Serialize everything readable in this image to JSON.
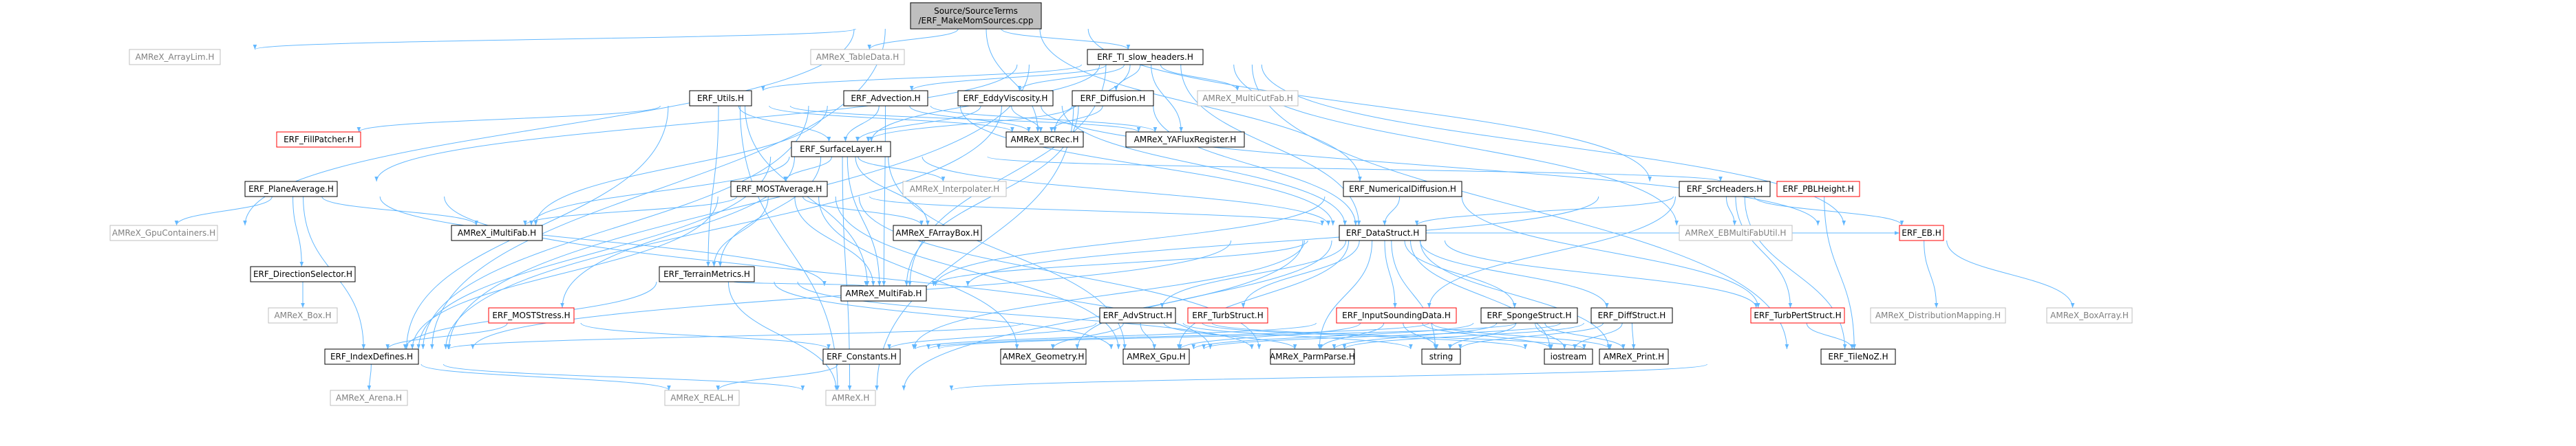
{
  "graph": {
    "title": "Include dependency graph",
    "colors": {
      "edge": "#63b8ff",
      "root_fill": "#bfbfbf",
      "node_fill": "#ffffff",
      "node_border": "#000000",
      "muted_border": "#bfbfbf",
      "muted_text": "#808080",
      "red_border": "#ff0000",
      "text": "#000000"
    },
    "nodes": [
      {
        "id": "root",
        "label": "Source/SourceTerms\n/ERF_MakeMomSources.cpp",
        "style": "root"
      },
      {
        "id": "arraylim",
        "label": "AMReX_ArrayLim.H",
        "style": "muted"
      },
      {
        "id": "tabledata",
        "label": "AMReX_TableData.H",
        "style": "muted"
      },
      {
        "id": "tislow",
        "label": "ERF_TI_slow_headers.H",
        "style": "normal"
      },
      {
        "id": "utils",
        "label": "ERF_Utils.H",
        "style": "normal"
      },
      {
        "id": "advection",
        "label": "ERF_Advection.H",
        "style": "normal"
      },
      {
        "id": "eddyvisc",
        "label": "ERF_EddyViscosity.H",
        "style": "normal"
      },
      {
        "id": "diffusion",
        "label": "ERF_Diffusion.H",
        "style": "normal"
      },
      {
        "id": "multicutfab",
        "label": "AMReX_MultiCutFab.H",
        "style": "muted"
      },
      {
        "id": "fillpatcher",
        "label": "ERF_FillPatcher.H",
        "style": "red"
      },
      {
        "id": "bcrec",
        "label": "AMReX_BCRec.H",
        "style": "normal"
      },
      {
        "id": "yaflux",
        "label": "AMReX_YAFluxRegister.H",
        "style": "normal"
      },
      {
        "id": "surfacelayer",
        "label": "ERF_SurfaceLayer.H",
        "style": "normal"
      },
      {
        "id": "planeavg",
        "label": "ERF_PlaneAverage.H",
        "style": "normal"
      },
      {
        "id": "mostavg",
        "label": "ERF_MOSTAverage.H",
        "style": "normal"
      },
      {
        "id": "interpolater",
        "label": "AMReX_Interpolater.H",
        "style": "muted"
      },
      {
        "id": "pblheight",
        "label": "ERF_PBLHeight.H",
        "style": "red"
      },
      {
        "id": "numdiff",
        "label": "ERF_NumericalDiffusion.H",
        "style": "normal"
      },
      {
        "id": "srcheaders",
        "label": "ERF_SrcHeaders.H",
        "style": "normal"
      },
      {
        "id": "gpucontainers",
        "label": "AMReX_GpuContainers.H",
        "style": "muted"
      },
      {
        "id": "imultifab",
        "label": "AMReX_iMultiFab.H",
        "style": "normal"
      },
      {
        "id": "farraybox",
        "label": "AMReX_FArrayBox.H",
        "style": "normal"
      },
      {
        "id": "datastruct",
        "label": "ERF_DataStruct.H",
        "style": "normal"
      },
      {
        "id": "ebmultifab",
        "label": "AMReX_EBMultiFabUtil.H",
        "style": "muted"
      },
      {
        "id": "eb",
        "label": "ERF_EB.H",
        "style": "red"
      },
      {
        "id": "dirselector",
        "label": "ERF_DirectionSelector.H",
        "style": "normal"
      },
      {
        "id": "terrainmetrics",
        "label": "ERF_TerrainMetrics.H",
        "style": "normal"
      },
      {
        "id": "multifab",
        "label": "AMReX_MultiFab.H",
        "style": "normal"
      },
      {
        "id": "advstruct",
        "label": "ERF_AdvStruct.H",
        "style": "normal"
      },
      {
        "id": "turbstruct",
        "label": "ERF_TurbStruct.H",
        "style": "red"
      },
      {
        "id": "inputsounding",
        "label": "ERF_InputSoundingData.H",
        "style": "red"
      },
      {
        "id": "spongestruct",
        "label": "ERF_SpongeStruct.H",
        "style": "normal"
      },
      {
        "id": "diffstruct",
        "label": "ERF_DiffStruct.H",
        "style": "normal"
      },
      {
        "id": "turbpert",
        "label": "ERF_TurbPertStruct.H",
        "style": "red"
      },
      {
        "id": "distmapping",
        "label": "AMReX_DistributionMapping.H",
        "style": "muted"
      },
      {
        "id": "boxarray",
        "label": "AMReX_BoxArray.H",
        "style": "muted"
      },
      {
        "id": "box",
        "label": "AMReX_Box.H",
        "style": "muted"
      },
      {
        "id": "moststress",
        "label": "ERF_MOSTStress.H",
        "style": "red"
      },
      {
        "id": "indexdefines",
        "label": "ERF_IndexDefines.H",
        "style": "normal"
      },
      {
        "id": "constants",
        "label": "ERF_Constants.H",
        "style": "normal"
      },
      {
        "id": "geometry",
        "label": "AMReX_Geometry.H",
        "style": "normal"
      },
      {
        "id": "gpu",
        "label": "AMReX_Gpu.H",
        "style": "normal"
      },
      {
        "id": "parmparse",
        "label": "AMReX_ParmParse.H",
        "style": "normal"
      },
      {
        "id": "string",
        "label": "string",
        "style": "normal"
      },
      {
        "id": "iostream",
        "label": "iostream",
        "style": "normal"
      },
      {
        "id": "print",
        "label": "AMReX_Print.H",
        "style": "normal"
      },
      {
        "id": "tilenoz",
        "label": "ERF_TileNoZ.H",
        "style": "normal"
      },
      {
        "id": "arena",
        "label": "AMReX_Arena.H",
        "style": "muted"
      },
      {
        "id": "real",
        "label": "AMReX_REAL.H",
        "style": "muted"
      },
      {
        "id": "amrex",
        "label": "AMReX.H",
        "style": "muted"
      }
    ],
    "edges": [
      [
        "root",
        "arraylim"
      ],
      [
        "root",
        "tabledata"
      ],
      [
        "root",
        "tislow"
      ],
      [
        "root",
        "gpucontainers"
      ],
      [
        "root",
        "bcrec"
      ],
      [
        "root",
        "numdiff"
      ],
      [
        "root",
        "srcheaders"
      ],
      [
        "root",
        "indexdefines"
      ],
      [
        "tislow",
        "utils"
      ],
      [
        "tislow",
        "advection"
      ],
      [
        "tislow",
        "eddyvisc"
      ],
      [
        "tislow",
        "diffusion"
      ],
      [
        "tislow",
        "multicutfab"
      ],
      [
        "tislow",
        "bcrec"
      ],
      [
        "tislow",
        "yaflux"
      ],
      [
        "tislow",
        "surfacelayer"
      ],
      [
        "tislow",
        "planeavg"
      ],
      [
        "tislow",
        "datastruct"
      ],
      [
        "tislow",
        "eb"
      ],
      [
        "tislow",
        "ebmultifab"
      ],
      [
        "tislow",
        "tilenoz"
      ],
      [
        "tislow",
        "multifab"
      ],
      [
        "tislow",
        "indexdefines"
      ],
      [
        "utils",
        "fillpatcher"
      ],
      [
        "utils",
        "bcrec"
      ],
      [
        "utils",
        "surfacelayer"
      ],
      [
        "utils",
        "multifab"
      ],
      [
        "utils",
        "terrainmetrics"
      ],
      [
        "utils",
        "indexdefines"
      ],
      [
        "utils",
        "amrex"
      ],
      [
        "utils",
        "yaflux"
      ],
      [
        "advection",
        "surfacelayer"
      ],
      [
        "advection",
        "bcrec"
      ],
      [
        "advection",
        "datastruct"
      ],
      [
        "advection",
        "multifab"
      ],
      [
        "advection",
        "imultifab"
      ],
      [
        "advection",
        "indexdefines"
      ],
      [
        "advection",
        "yaflux"
      ],
      [
        "advection",
        "eb"
      ],
      [
        "eddyvisc",
        "surfacelayer"
      ],
      [
        "eddyvisc",
        "bcrec"
      ],
      [
        "eddyvisc",
        "datastruct"
      ],
      [
        "diffusion",
        "surfacelayer"
      ],
      [
        "diffusion",
        "bcrec"
      ],
      [
        "diffusion",
        "datastruct"
      ],
      [
        "diffusion",
        "multifab"
      ],
      [
        "diffusion",
        "indexdefines"
      ],
      [
        "diffusion",
        "amrex"
      ],
      [
        "surfacelayer",
        "interpolater"
      ],
      [
        "surfacelayer",
        "mostavg"
      ],
      [
        "surfacelayer",
        "pblheight"
      ],
      [
        "surfacelayer",
        "datastruct"
      ],
      [
        "surfacelayer",
        "imultifab"
      ],
      [
        "surfacelayer",
        "farraybox"
      ],
      [
        "surfacelayer",
        "terrainmetrics"
      ],
      [
        "surfacelayer",
        "multifab"
      ],
      [
        "surfacelayer",
        "moststress"
      ],
      [
        "surfacelayer",
        "gpu"
      ],
      [
        "surfacelayer",
        "amrex"
      ],
      [
        "surfacelayer",
        "indexdefines"
      ],
      [
        "planeavg",
        "gpucontainers"
      ],
      [
        "planeavg",
        "imultifab"
      ],
      [
        "planeavg",
        "dirselector"
      ],
      [
        "planeavg",
        "multifab"
      ],
      [
        "planeavg",
        "indexdefines"
      ],
      [
        "planeavg",
        "parmparse"
      ],
      [
        "mostavg",
        "imultifab"
      ],
      [
        "mostavg",
        "farraybox"
      ],
      [
        "mostavg",
        "datastruct"
      ],
      [
        "mostavg",
        "terrainmetrics"
      ],
      [
        "mostavg",
        "multifab"
      ],
      [
        "mostavg",
        "indexdefines"
      ],
      [
        "mostavg",
        "geometry"
      ],
      [
        "mostavg",
        "gpu"
      ],
      [
        "mostavg",
        "parmparse"
      ],
      [
        "dirselector",
        "box"
      ],
      [
        "terrainmetrics",
        "multifab"
      ],
      [
        "terrainmetrics",
        "indexdefines"
      ],
      [
        "terrainmetrics",
        "gpu"
      ],
      [
        "terrainmetrics",
        "amrex"
      ],
      [
        "terrainmetrics",
        "parmparse"
      ],
      [
        "pblheight",
        "tilenoz"
      ],
      [
        "numdiff",
        "datastruct"
      ],
      [
        "numdiff",
        "multifab"
      ],
      [
        "numdiff",
        "turbpert"
      ],
      [
        "srcheaders",
        "datastruct"
      ],
      [
        "srcheaders",
        "eb"
      ],
      [
        "srcheaders",
        "ebmultifab"
      ],
      [
        "srcheaders",
        "turbpert"
      ],
      [
        "srcheaders",
        "inputsounding"
      ],
      [
        "srcheaders",
        "multifab"
      ],
      [
        "srcheaders",
        "tilenoz"
      ],
      [
        "datastruct",
        "multifab"
      ],
      [
        "datastruct",
        "advstruct"
      ],
      [
        "datastruct",
        "turbstruct"
      ],
      [
        "datastruct",
        "inputsounding"
      ],
      [
        "datastruct",
        "spongestruct"
      ],
      [
        "datastruct",
        "diffstruct"
      ],
      [
        "datastruct",
        "turbpert"
      ],
      [
        "datastruct",
        "constants"
      ],
      [
        "datastruct",
        "geometry"
      ],
      [
        "datastruct",
        "gpu"
      ],
      [
        "datastruct",
        "parmparse"
      ],
      [
        "datastruct",
        "string"
      ],
      [
        "datastruct",
        "iostream"
      ],
      [
        "datastruct",
        "print"
      ],
      [
        "datastruct",
        "indexdefines"
      ],
      [
        "datastruct",
        "amrex"
      ],
      [
        "datastruct",
        "eb"
      ],
      [
        "advstruct",
        "constants"
      ],
      [
        "advstruct",
        "indexdefines"
      ],
      [
        "advstruct",
        "gpu"
      ],
      [
        "advstruct",
        "geometry"
      ],
      [
        "advstruct",
        "parmparse"
      ],
      [
        "advstruct",
        "string"
      ],
      [
        "advstruct",
        "iostream"
      ],
      [
        "advstruct",
        "print"
      ],
      [
        "inputsounding",
        "constants"
      ],
      [
        "inputsounding",
        "gpu"
      ],
      [
        "inputsounding",
        "parmparse"
      ],
      [
        "inputsounding",
        "string"
      ],
      [
        "inputsounding",
        "iostream"
      ],
      [
        "inputsounding",
        "print"
      ],
      [
        "spongestruct",
        "constants"
      ],
      [
        "spongestruct",
        "gpu"
      ],
      [
        "spongestruct",
        "parmparse"
      ],
      [
        "spongestruct",
        "string"
      ],
      [
        "spongestruct",
        "iostream"
      ],
      [
        "spongestruct",
        "print"
      ],
      [
        "diffstruct",
        "constants"
      ],
      [
        "diffstruct",
        "gpu"
      ],
      [
        "diffstruct",
        "parmparse"
      ],
      [
        "diffstruct",
        "string"
      ],
      [
        "diffstruct",
        "iostream"
      ],
      [
        "diffstruct",
        "print"
      ],
      [
        "turbpert",
        "tilenoz"
      ],
      [
        "moststress",
        "indexdefines"
      ],
      [
        "moststress",
        "constants"
      ],
      [
        "eb",
        "distmapping"
      ],
      [
        "eb",
        "boxarray"
      ],
      [
        "indexdefines",
        "arena"
      ],
      [
        "indexdefines",
        "amrex"
      ],
      [
        "indexdefines",
        "real"
      ],
      [
        "constants",
        "real"
      ],
      [
        "tilenoz",
        "amrex"
      ]
    ]
  }
}
